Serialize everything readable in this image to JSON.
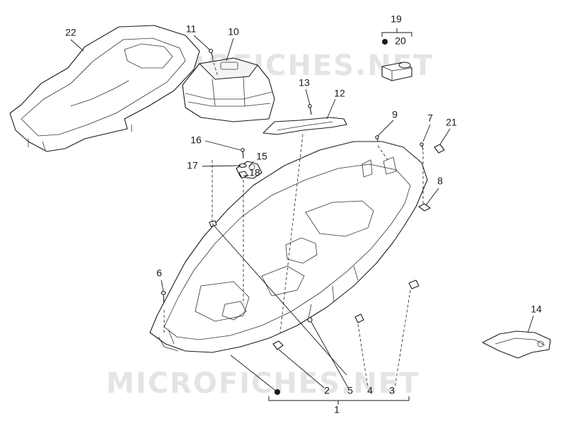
{
  "watermark": "MICROFICHES.NET",
  "callouts": [
    {
      "id": "1",
      "label": "1"
    },
    {
      "id": "2",
      "label": "2"
    },
    {
      "id": "3",
      "label": "3"
    },
    {
      "id": "4",
      "label": "4"
    },
    {
      "id": "5",
      "label": "5"
    },
    {
      "id": "6",
      "label": "6"
    },
    {
      "id": "7",
      "label": "7"
    },
    {
      "id": "8",
      "label": "8"
    },
    {
      "id": "9",
      "label": "9"
    },
    {
      "id": "10",
      "label": "10"
    },
    {
      "id": "11",
      "label": "11"
    },
    {
      "id": "12",
      "label": "12"
    },
    {
      "id": "13",
      "label": "13"
    },
    {
      "id": "14",
      "label": "14"
    },
    {
      "id": "15",
      "label": "15"
    },
    {
      "id": "16",
      "label": "16"
    },
    {
      "id": "17",
      "label": "17"
    },
    {
      "id": "18",
      "label": "18"
    },
    {
      "id": "19",
      "label": "19"
    },
    {
      "id": "20",
      "label": "20"
    },
    {
      "id": "21",
      "label": "21"
    },
    {
      "id": "22",
      "label": "22"
    }
  ]
}
